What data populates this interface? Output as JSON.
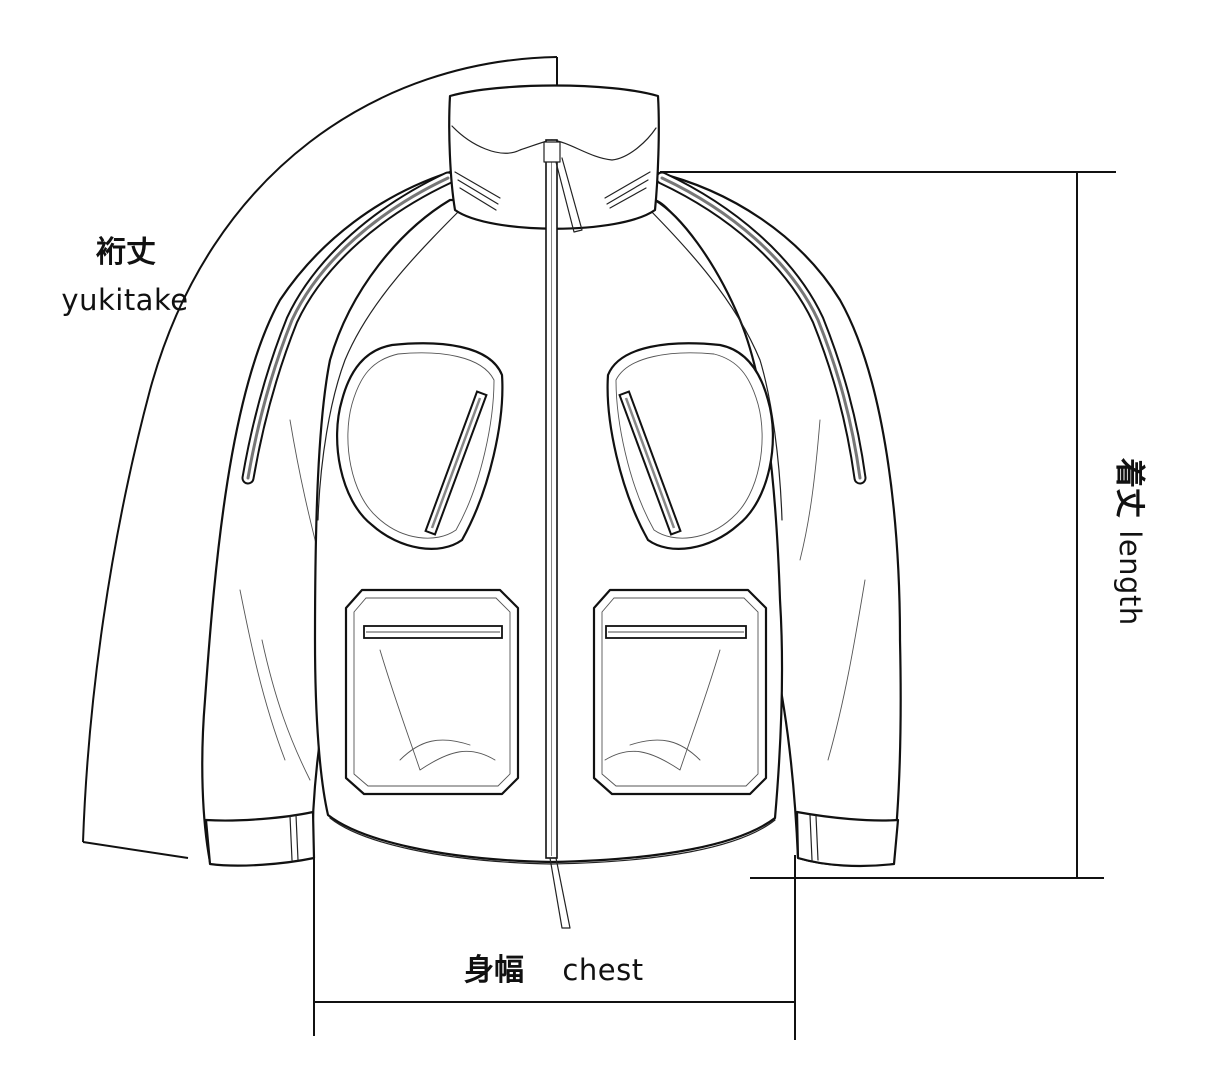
{
  "labels": {
    "yukitake_jp": "裄丈",
    "yukitake_en": "yukitake",
    "length_jp": "着丈",
    "length_en": "length",
    "chest_jp": "身幅",
    "chest_en": "chest"
  },
  "colors": {
    "line": "#111111",
    "background": "#ffffff"
  }
}
